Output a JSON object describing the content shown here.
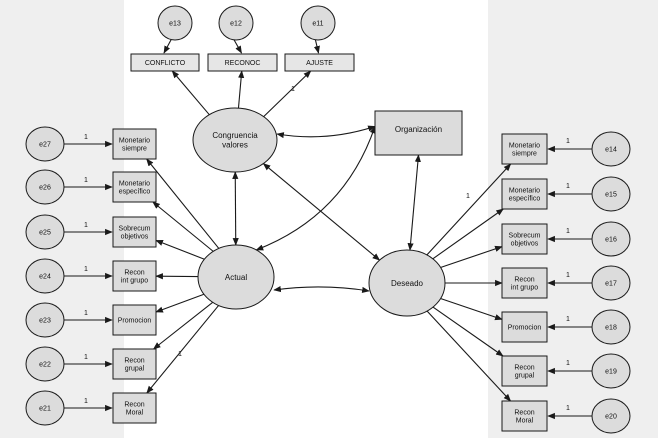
{
  "latent": {
    "congruencia": [
      "Congruencia",
      "valores"
    ],
    "organizacion": "Organización",
    "actual": "Actual",
    "deseado": "Deseado"
  },
  "top_indicators": [
    "CONFLICTO",
    "RECONOC",
    "AJUSTE"
  ],
  "top_errors": [
    "e13",
    "e12",
    "e11"
  ],
  "left_indicators": [
    [
      "Monetario",
      "siempre"
    ],
    [
      "Monetario",
      "específico"
    ],
    [
      "Sobrecum",
      "objetivos"
    ],
    [
      "Recon",
      "int grupo"
    ],
    [
      "Promocion"
    ],
    [
      "Recon",
      "grupal"
    ],
    [
      "Recon",
      "Moral"
    ]
  ],
  "left_errors": [
    "e27",
    "e26",
    "e25",
    "e24",
    "e23",
    "e22",
    "e21"
  ],
  "right_indicators": [
    [
      "Monetario",
      "siempre"
    ],
    [
      "Monetario",
      "específico"
    ],
    [
      "Sobrecum",
      "objetivos"
    ],
    [
      "Recon",
      "int grupo"
    ],
    [
      "Promocion"
    ],
    [
      "Recon",
      "grupal"
    ],
    [
      "Recon",
      "Moral"
    ]
  ],
  "right_errors": [
    "e14",
    "e15",
    "e16",
    "e17",
    "e18",
    "e19",
    "e20"
  ],
  "path_weight_label": "1",
  "colors": {
    "shape_fill": "#dcdcdc",
    "stroke": "#1a1a1a",
    "panel_bg": "#efefef"
  }
}
